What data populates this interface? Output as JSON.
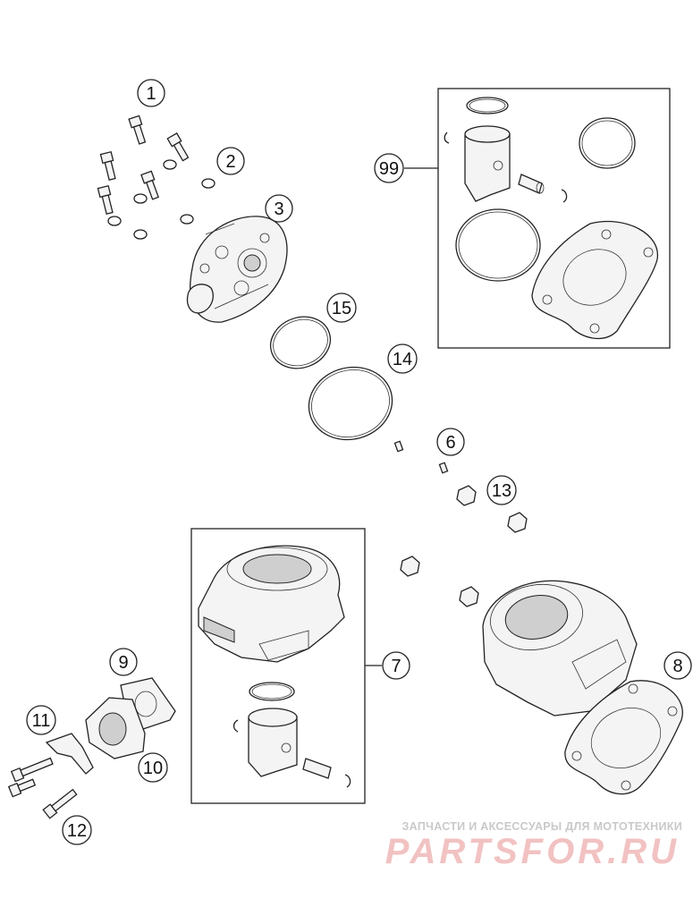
{
  "callouts": [
    {
      "id": "1",
      "label": "1"
    },
    {
      "id": "2",
      "label": "2"
    },
    {
      "id": "3",
      "label": "3"
    },
    {
      "id": "99",
      "label": "99"
    },
    {
      "id": "15",
      "label": "15"
    },
    {
      "id": "14",
      "label": "14"
    },
    {
      "id": "6",
      "label": "6"
    },
    {
      "id": "13",
      "label": "13"
    },
    {
      "id": "7",
      "label": "7"
    },
    {
      "id": "8",
      "label": "8"
    },
    {
      "id": "9",
      "label": "9"
    },
    {
      "id": "11",
      "label": "11"
    },
    {
      "id": "10",
      "label": "10"
    },
    {
      "id": "12",
      "label": "12"
    }
  ],
  "watermark": {
    "caption": "ЗАПЧАСТИ И АКСЕССУАРЫ ДЛЯ МОТОТЕХНИКИ",
    "brand": "PARTSFOR.RU"
  },
  "colors": {
    "line": "#222222",
    "watermark_caption": "#c9c9c9",
    "watermark_brand": "#f2c2c2"
  }
}
